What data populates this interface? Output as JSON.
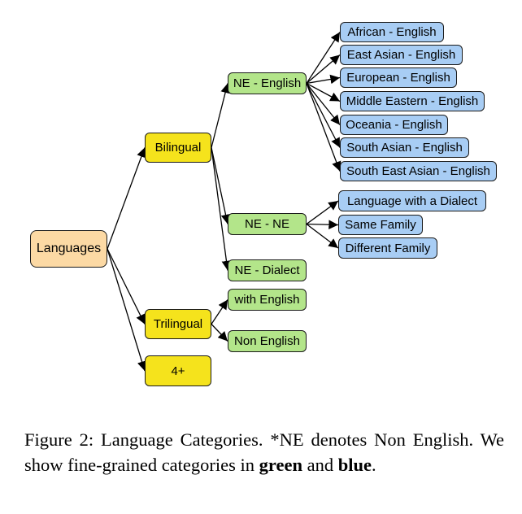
{
  "nodes": {
    "root": "Languages",
    "bilingual": "Bilingual",
    "trilingual": "Trilingual",
    "four_plus": "4+",
    "ne_english": "NE - English",
    "ne_ne": "NE - NE",
    "ne_dialect": "NE - Dialect",
    "with_english": "with English",
    "non_english": "Non English",
    "african": "African - English",
    "east_asian": "East Asian - English",
    "european": "European - English",
    "middle_eastern": "Middle Eastern - English",
    "oceania": "Oceania - English",
    "south_asian": "South Asian - English",
    "south_east_asian": "South East Asian - English",
    "lang_dialect": "Language with a Dialect",
    "same_family": "Same Family",
    "different_family": "Different Family"
  },
  "caption": {
    "part1": "Figure 2: Language Categories. *NE denotes Non English. We show fine-grained categories in ",
    "green_word": "green",
    "part2": " and ",
    "blue_word": "blue",
    "part3": "."
  },
  "colors": {
    "root": "#fcd9a4",
    "level1": "#f5e31c",
    "level2": "#b3e58a",
    "level3": "#a8cdf4"
  }
}
